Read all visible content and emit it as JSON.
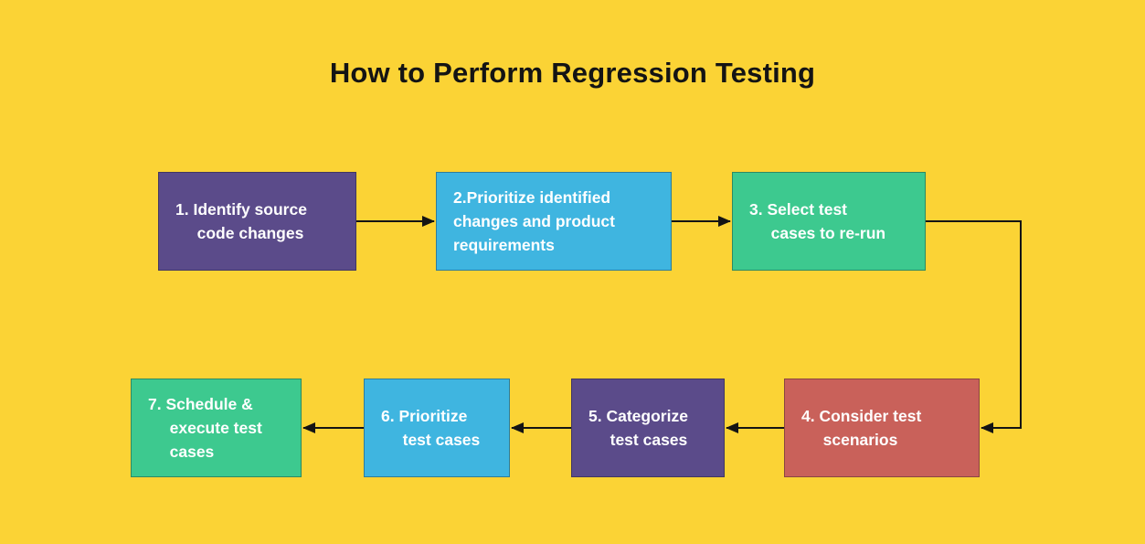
{
  "title": "How to Perform Regression Testing",
  "colors": {
    "background": "#FBD335",
    "arrow": "#141414",
    "node_text": "#FFFFFF",
    "purple": "#5B4B8A",
    "blue": "#3FB5E0",
    "green": "#3DC98F",
    "red": "#C9615A"
  },
  "steps": [
    {
      "number": 1,
      "label": "1. Identify source\ncode changes",
      "color": "#5B4B8A"
    },
    {
      "number": 2,
      "label": "2.Prioritize identified\nchanges and product\nrequirements",
      "color": "#3FB5E0"
    },
    {
      "number": 3,
      "label": "3. Select test\ncases to re-run",
      "color": "#3DC98F"
    },
    {
      "number": 4,
      "label": "4. Consider test\nscenarios",
      "color": "#C9615A"
    },
    {
      "number": 5,
      "label": "5. Categorize\ntest cases",
      "color": "#5B4B8A"
    },
    {
      "number": 6,
      "label": "6. Prioritize\ntest cases",
      "color": "#3FB5E0"
    },
    {
      "number": 7,
      "label": "7. Schedule &\nexecute test\ncases",
      "color": "#3DC98F"
    }
  ]
}
